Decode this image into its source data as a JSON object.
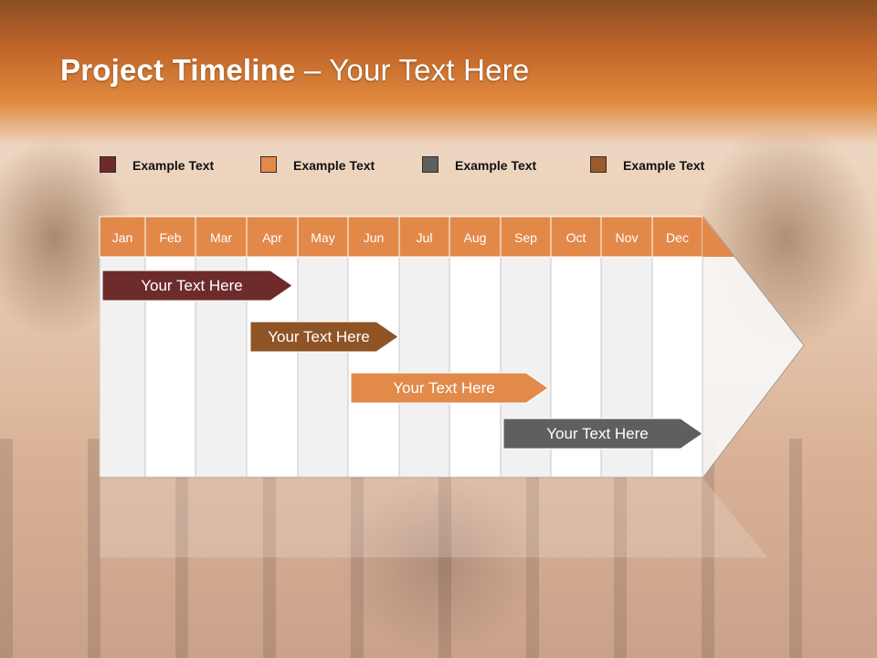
{
  "title": {
    "bold": "Project Timeline",
    "rest": " – Your Text Here"
  },
  "legend": [
    {
      "label": "Example Text",
      "color": "#6e2b2b"
    },
    {
      "label": "Example Text",
      "color": "#e28a4a"
    },
    {
      "label": "Example Text",
      "color": "#5f5f5f"
    },
    {
      "label": "Example Text",
      "color": "#9a5a2a"
    }
  ],
  "months": [
    "Jan",
    "Feb",
    "Mar",
    "Apr",
    "May",
    "Jun",
    "Jul",
    "Aug",
    "Sep",
    "Oct",
    "Nov",
    "Dec"
  ],
  "bars": [
    {
      "label": "Your  Text Here",
      "color": "#6e2b2b"
    },
    {
      "label": "Your  Text Here",
      "color": "#8f5426"
    },
    {
      "label": "Your  Text Here",
      "color": "#e28a4a"
    },
    {
      "label": "Your  Text Here",
      "color": "#5f5f5f"
    }
  ],
  "colors": {
    "header_orange": "#e08a3e",
    "month_cell": "#e2894a"
  }
}
